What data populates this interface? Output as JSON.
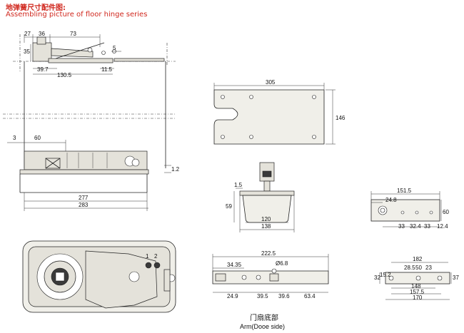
{
  "header": {
    "title_zh": "地弹簧尺寸配件图:",
    "title_en": "Assembling picture of floor hinge series"
  },
  "side_view_dims": {
    "d27": "27",
    "d36": "36",
    "d73": "73",
    "d35": "35",
    "d5": "5",
    "d39_7": "39.7",
    "d11_5": "11.5",
    "d130_5": "130.5"
  },
  "plan_view_dims": {
    "d3": "3",
    "d60": "60",
    "d1_2": "1.2",
    "d277": "277",
    "d283": "283"
  },
  "cover_plate_dims": {
    "width": "305",
    "height": "146"
  },
  "pivot_dims": {
    "d1_5": "1.5",
    "d59": "59",
    "d120": "120",
    "d138": "138"
  },
  "top_plate_dims": {
    "d151_5": "151.5",
    "d24_8": "24.8",
    "d60": "60",
    "d33a": "33",
    "d32_4": "32.4",
    "d33b": "33",
    "d12_4": "12.4"
  },
  "arm_dims": {
    "d222_5": "222.5",
    "d34_35": "34.35",
    "d6_8": "Ø6.8",
    "d24_9": "24.9",
    "d39_5": "39.5",
    "d39_6": "39.6",
    "d63_4": "63.4"
  },
  "arm_end_dims": {
    "d182": "182",
    "d28_5": "28.5",
    "d50": "50",
    "d23": "23",
    "d32": "32",
    "d15_2": "15.2",
    "d37": "37",
    "d148": "148",
    "d157_5": "157.5",
    "d170": "170"
  },
  "body_view": {
    "label_1": "1",
    "label_2": "2"
  },
  "caption": {
    "zh": "门扇底部",
    "en": "Arm(Dooe side)"
  }
}
